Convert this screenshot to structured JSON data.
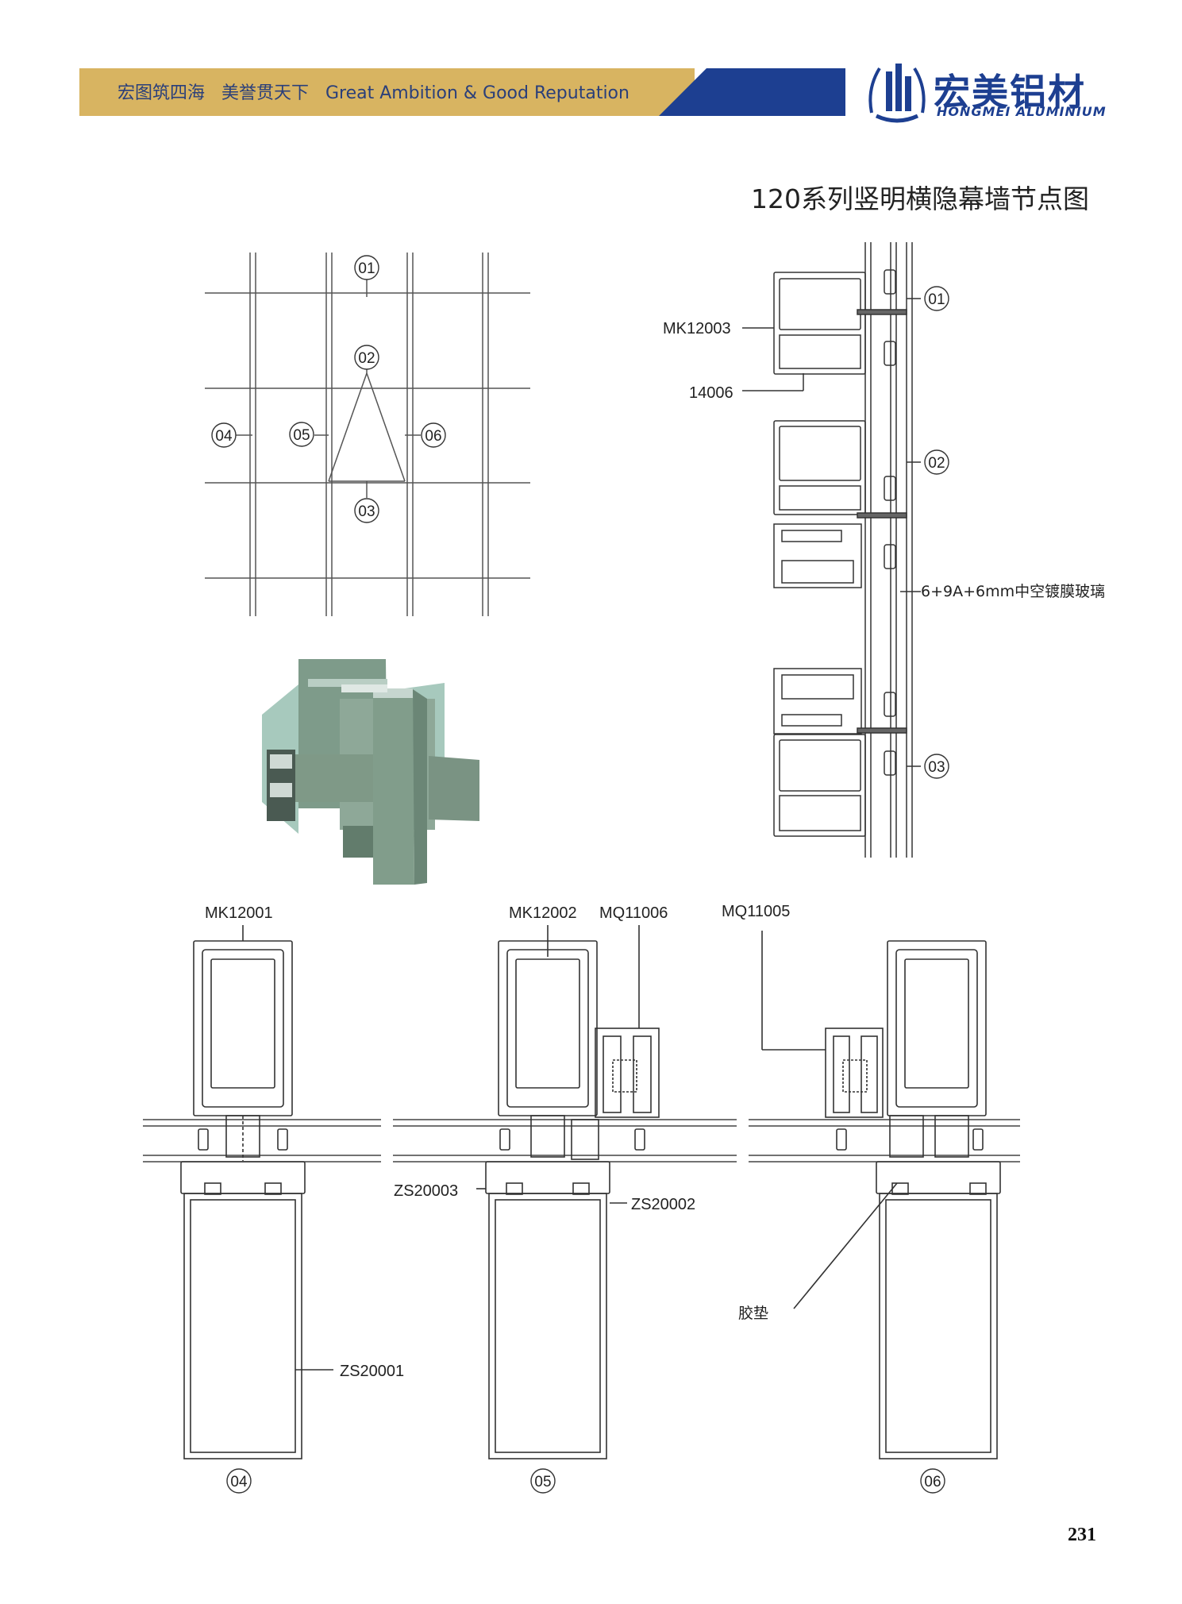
{
  "header": {
    "slogan": "宏图筑四海   美誉贯天下   Great Ambition & Good Reputation",
    "brand_cn": "宏美铝材",
    "brand_en": "HONGMEI ALUMINIUM",
    "colors": {
      "gold": "#d8b461",
      "blue": "#1d3f91"
    }
  },
  "title": "120系列竖明横隐幕墙节点图",
  "page_number": "231",
  "elevation": {
    "node_labels": [
      "01",
      "02",
      "03",
      "04",
      "05",
      "06"
    ]
  },
  "section_vertical": {
    "labels": {
      "mk12003": "MK12003",
      "p14006": "14006",
      "glass": "6+9A+6mm中空镀膜玻璃"
    },
    "node_labels": [
      "01",
      "02",
      "03"
    ]
  },
  "section_horizontal": {
    "labels": {
      "mk12001": "MK12001",
      "mk12002": "MK12002",
      "mq11006": "MQ11006",
      "mq11005": "MQ11005",
      "zs20003": "ZS20003",
      "zs20002": "ZS20002",
      "zs20001": "ZS20001",
      "gasket": "胶垫"
    },
    "node_labels": [
      "04",
      "05",
      "06"
    ]
  },
  "icons": {
    "logo": "hongmei-logo-icon",
    "render": "curtain-wall-3d-render"
  }
}
